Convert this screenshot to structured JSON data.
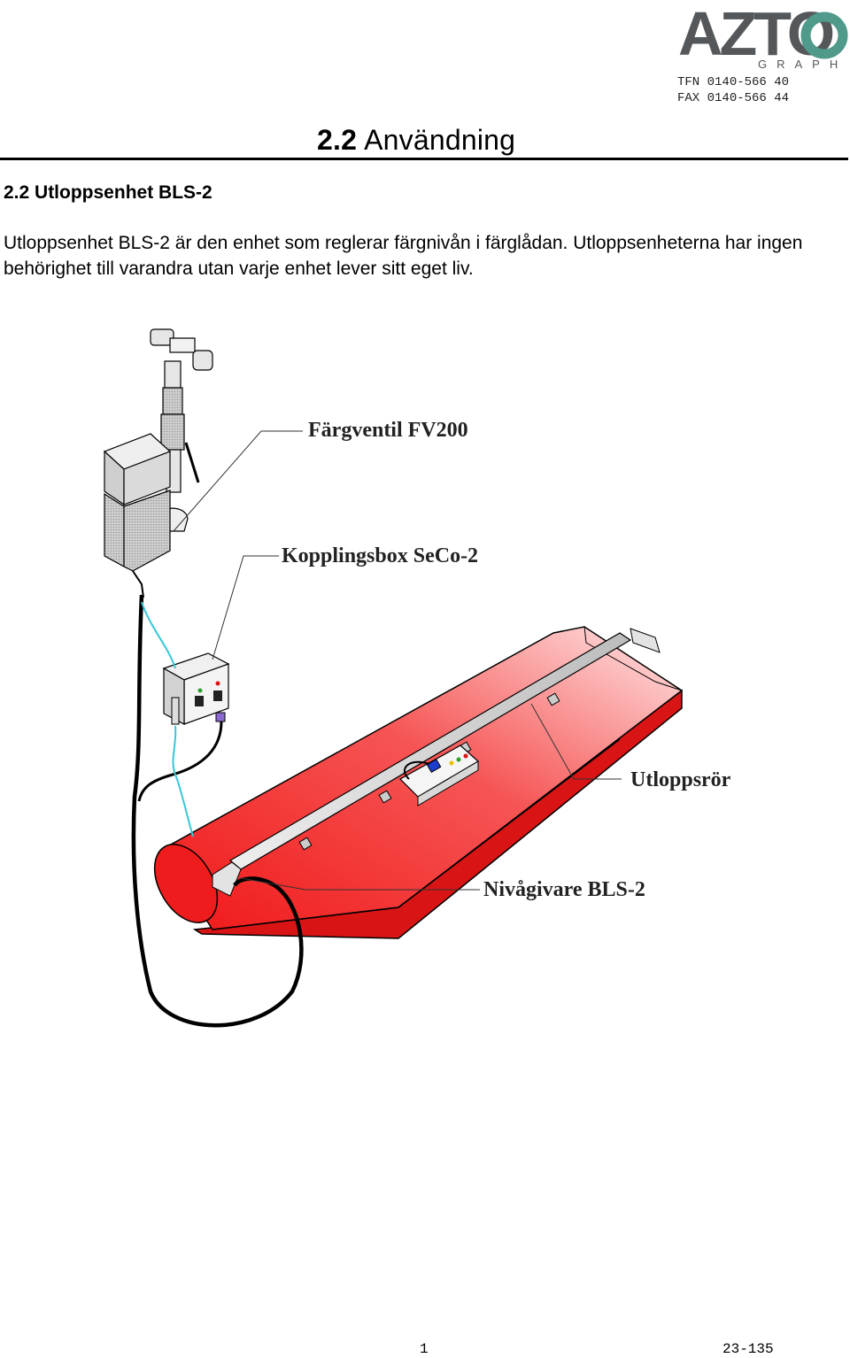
{
  "header": {
    "logo_text": "AZTO",
    "logo_sub": "GRAPH",
    "phone_label": "TFN",
    "phone": "0140-566 40",
    "fax_label": "FAX",
    "fax": "0140-566 44"
  },
  "section": {
    "number": "2.2",
    "title": "Användning"
  },
  "subsection": {
    "title": "2.2 Utloppsenhet BLS-2"
  },
  "intro": "Utloppsenhet BLS-2 är den enhet som reglerar färgnivån i färglådan. Utloppsenheterna har ingen behörighet till varandra utan varje enhet lever sitt eget liv.",
  "diagram": {
    "labels": {
      "valve": "Färgventil FV200",
      "box": "Kopplingsbox SeCo-2",
      "pipe": "Utloppsrör",
      "sensor": "Nivågivare BLS-2"
    }
  },
  "footer": {
    "page": "1",
    "doc_id": "23-135"
  },
  "colors": {
    "trough": "#f01818",
    "logo_gray": "#55585a",
    "logo_green": "#4f9a8a",
    "cable_cyan": "#36c8d8"
  }
}
